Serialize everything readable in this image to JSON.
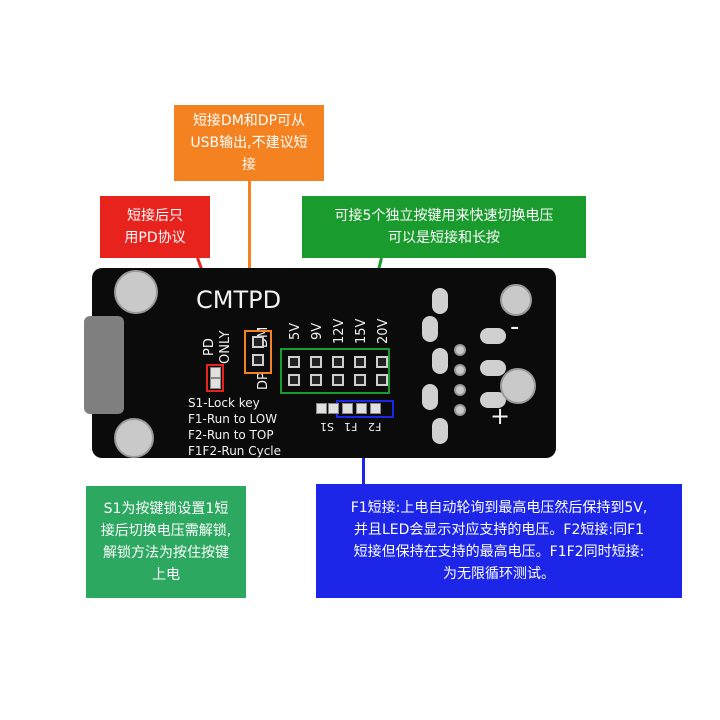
{
  "callouts": {
    "dm_dp": {
      "lines": [
        "短接DM和DP可从",
        "USB输出,不建议短",
        "接"
      ],
      "color": "#f58220"
    },
    "pd_only": {
      "lines": [
        "短接后只",
        "用PD协议"
      ],
      "color": "#e8221c"
    },
    "buttons": {
      "lines": [
        "可接5个独立按键用来快速切换电压",
        "可以是短接和长按"
      ],
      "color": "#1a9b2e"
    },
    "s1": {
      "lines": [
        "S1为按键锁设置1短",
        "接后切换电压需解锁,",
        "解锁方法为按住按键",
        "上电"
      ],
      "color": "#2ca860"
    },
    "f1f2": {
      "lines": [
        "F1短接:上电自动轮询到最高电压然后保持到5V,",
        "并且LED会显示对应支持的电压。F2短接:同F1",
        "短接但保持在支持的最高电压。F1F2同时短接:",
        "为无限循环测试。"
      ],
      "color": "#1c25e8"
    }
  },
  "board": {
    "title": "CMTPD",
    "pd_label": "PD",
    "only_label": "ONLY",
    "dm_label": "DM",
    "dp_label": "DP",
    "voltages": [
      "5V",
      "9V",
      "12V",
      "15V",
      "20V"
    ],
    "legend": [
      "S1-Lock key",
      "F1-Run to LOW",
      "F2-Run to TOP",
      "F1F2-Run Cycle"
    ],
    "s_labels": [
      "S1",
      "F1",
      "F2"
    ],
    "minus": "-",
    "plus": "+"
  }
}
